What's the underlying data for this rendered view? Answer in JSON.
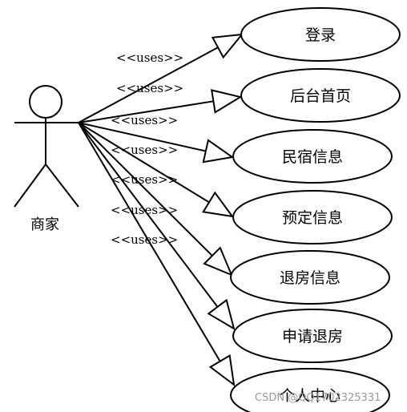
{
  "actor": {
    "label": "商家"
  },
  "use_cases": [
    {
      "label": "登录",
      "relation": "<<uses>>"
    },
    {
      "label": "后台首页",
      "relation": "<<uses>>"
    },
    {
      "label": "民宿信息",
      "relation": "<<uses>>"
    },
    {
      "label": "预定信息",
      "relation": "<<uses>>"
    },
    {
      "label": "退房信息",
      "relation": "<<uses>>"
    },
    {
      "label": "申请退房",
      "relation": "<<uses>>"
    },
    {
      "label": "个人中心",
      "relation": "<<uses>>"
    }
  ],
  "watermark": "CSDN @QQ1702325331",
  "colors": {
    "stroke": "#000000",
    "background": "#ffffff",
    "watermark": "#9a9a9a"
  }
}
